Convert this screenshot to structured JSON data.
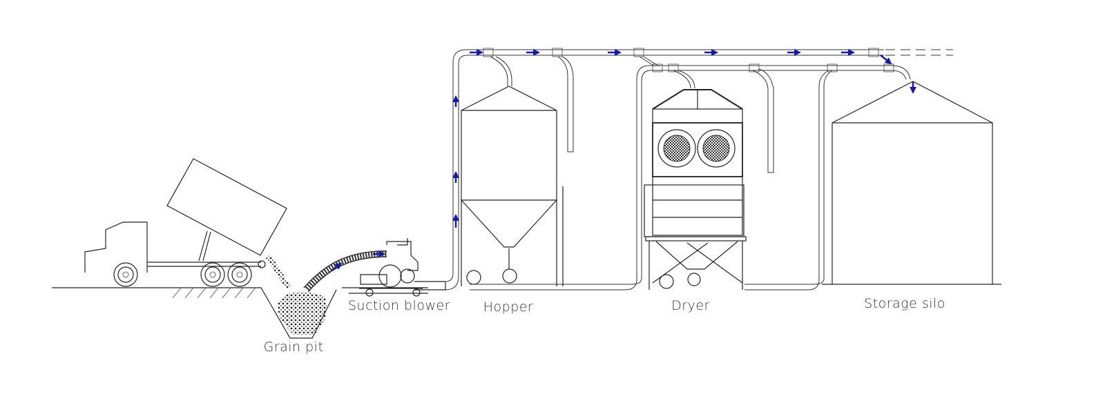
{
  "labels": {
    "grain_pit": "Grain pit",
    "suction_blower": "Suction blower",
    "hopper": "Hopper",
    "dryer": "Dryer",
    "storage_silo": "Storage silo"
  },
  "colors": {
    "line": "#222222",
    "flow_arrow_active": "#1a1a9a",
    "flow_arrow_inactive": "#aaaaaa"
  }
}
